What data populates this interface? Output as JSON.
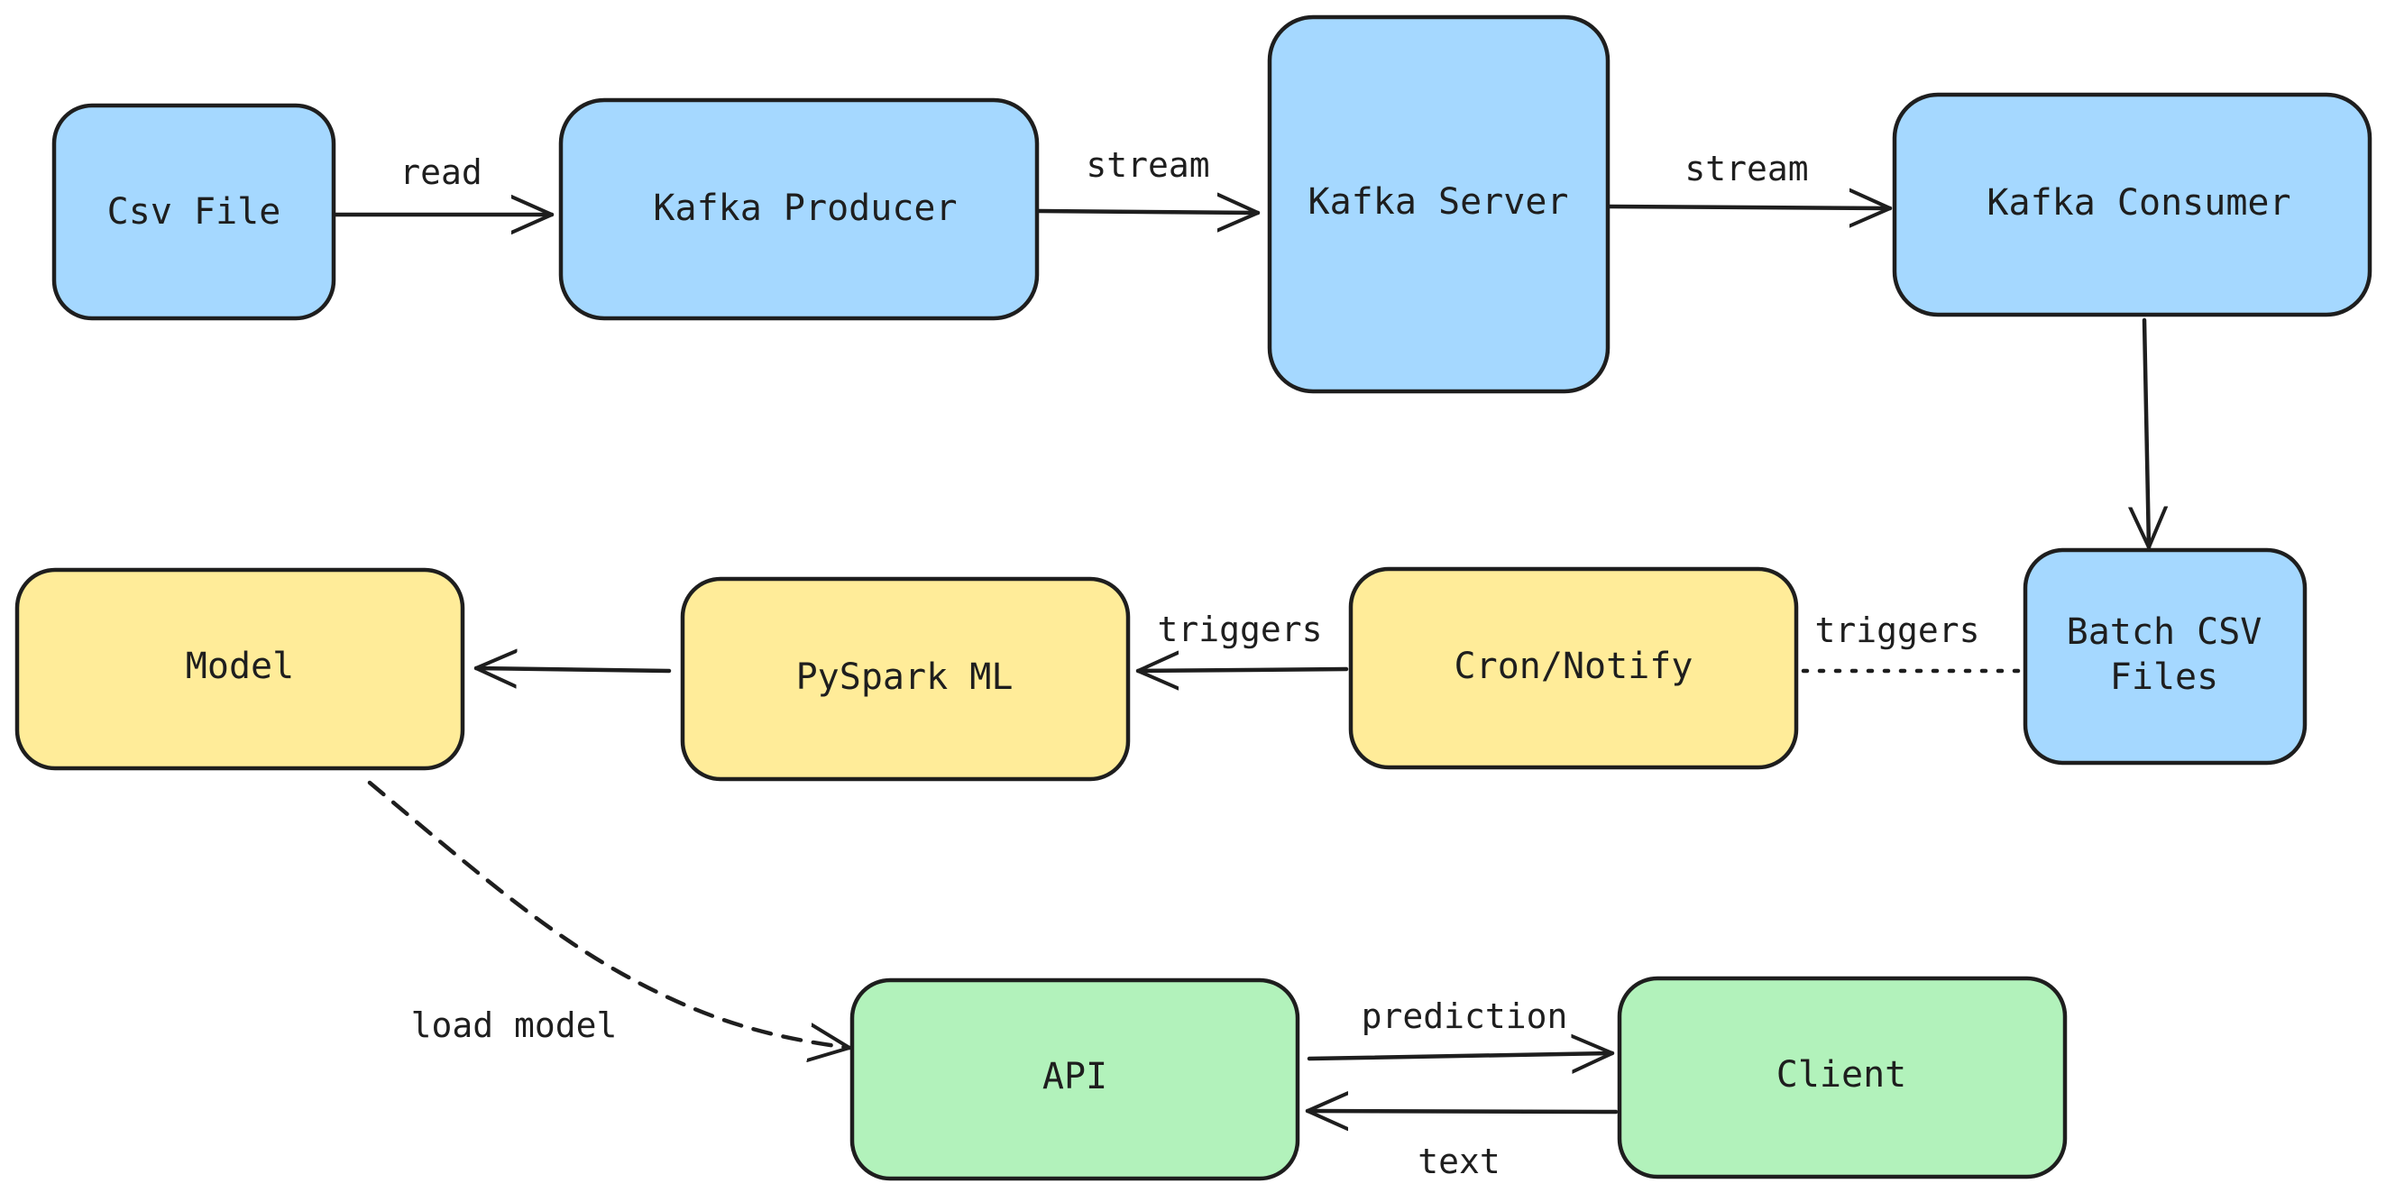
{
  "colors": {
    "blue": "#a5d8ff",
    "yellow": "#ffec99",
    "green": "#b2f2bb",
    "stroke": "#1e1e1e",
    "background": "#ffffff"
  },
  "nodes": {
    "csv_file": "Csv File",
    "kafka_producer": "Kafka Producer",
    "kafka_server": "Kafka Server",
    "kafka_consumer": "Kafka Consumer",
    "batch_csv_files_line1": "Batch CSV",
    "batch_csv_files_line2": "Files",
    "cron_notify": "Cron/Notify",
    "pyspark_ml": "PySpark ML",
    "model": "Model",
    "api": "API",
    "client": "Client"
  },
  "edges": {
    "csv_to_producer": "read",
    "producer_to_server": "stream",
    "server_to_consumer": "stream",
    "batch_to_cron": "triggers",
    "cron_to_pyspark": "triggers",
    "model_to_api": "load model",
    "api_to_client": "prediction",
    "client_to_api": "text"
  }
}
